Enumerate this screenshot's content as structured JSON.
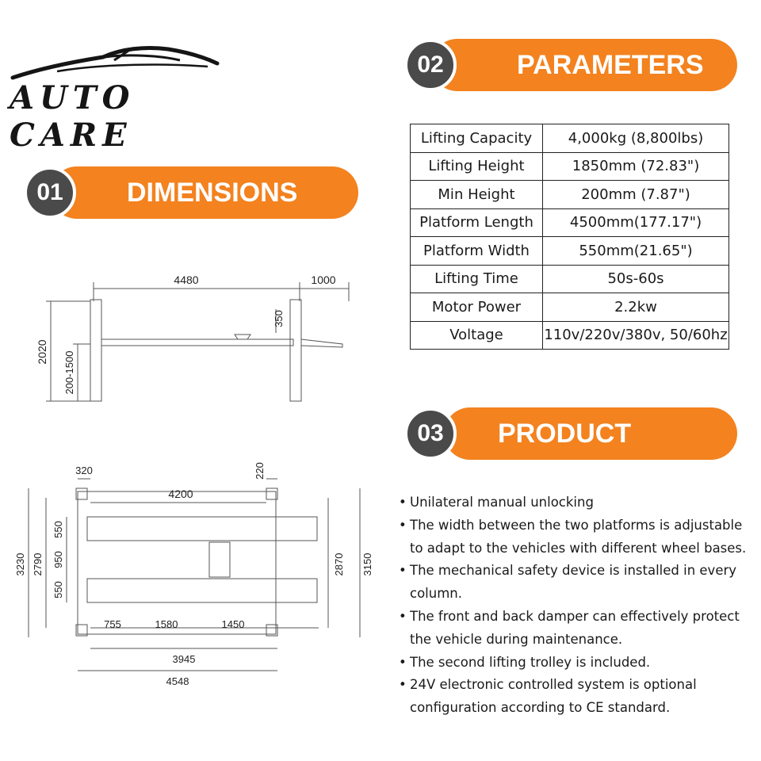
{
  "brand": {
    "logo_text": "AUTO CARE"
  },
  "sections": {
    "dimensions": {
      "number": "01",
      "title": "DIMENSIONS"
    },
    "parameters": {
      "number": "02",
      "title": "PARAMETERS"
    },
    "features": {
      "number": "03",
      "title": "PRODUCT FEATURES"
    }
  },
  "parameters_table": [
    {
      "label": "Lifting Capacity",
      "value": "4,000kg (8,800lbs)"
    },
    {
      "label": "Lifting Height",
      "value": "1850mm (72.83\")"
    },
    {
      "label": "Min Height",
      "value": "200mm (7.87\")"
    },
    {
      "label": "Platform Length",
      "value": "4500mm(177.17\")"
    },
    {
      "label": "Platform Width",
      "value": "550mm(21.65\")"
    },
    {
      "label": "Lifting Time",
      "value": "50s-60s"
    },
    {
      "label": "Motor Power",
      "value": "2.2kw"
    },
    {
      "label": "Voltage",
      "value": "110v/220v/380v,  50/60hz"
    }
  ],
  "features_list": [
    {
      "bullet": "•",
      "text": "Unilateral manual unlocking"
    },
    {
      "bullet": "•",
      "text": "The width between the two platforms is adjustable to adapt to the vehicles with different wheel bases."
    },
    {
      "bullet": "•",
      "text": "The mechanical safety device is installed in every column."
    },
    {
      "bullet": "•",
      "text": "The front and back damper can effectively protect the vehicle during maintenance."
    },
    {
      "bullet": "•",
      "text": "The second lifting trolley is included."
    },
    {
      "bullet": "•",
      "text": "24V electronic controlled system is optional configuration according to CE standard."
    }
  ],
  "side_view_dims": {
    "overall_length": "4480",
    "ramp_length": "1000",
    "jack_height": "350",
    "overall_height": "2020",
    "platform_height_range": "200-1500"
  },
  "top_view_dims": {
    "column_width": "320",
    "column_offset": "220",
    "inner_length": "4200",
    "outer_width": "3230",
    "inner_width_left": "2790",
    "inner_width_right": "2870",
    "outer_width_right": "3150",
    "platform_width_1": "550",
    "gap_width": "950",
    "platform_width_2": "550",
    "seg_1": "755",
    "seg_2": "1580",
    "seg_3": "1450",
    "runway_length": "3945",
    "overall_length": "4548"
  },
  "colors": {
    "accent": "#f3821f",
    "badge": "#4a4a4a",
    "line": "#555555"
  }
}
